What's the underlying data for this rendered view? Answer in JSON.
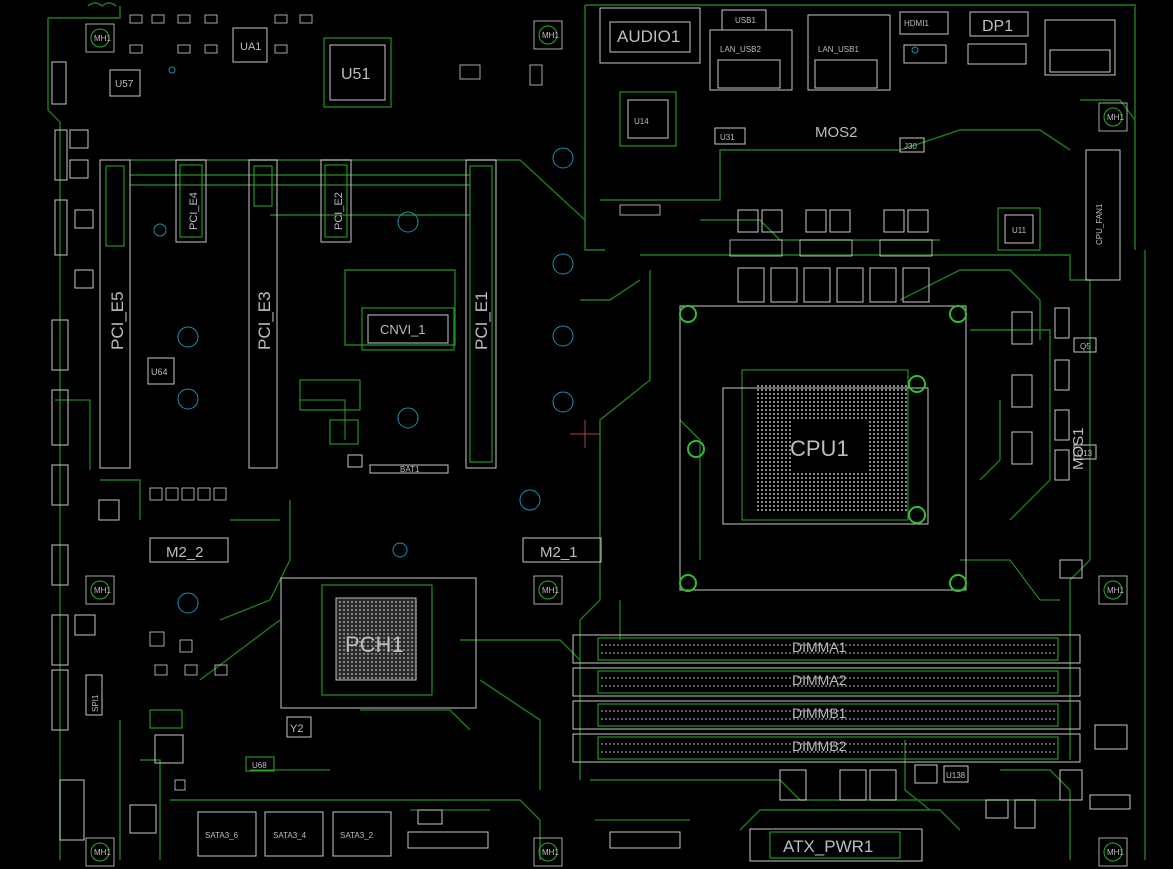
{
  "view": {
    "background": "#000000",
    "outline_color": "#c8c8c8",
    "trace_color": "#1f7a1f",
    "hole_color": "#1d8fb0"
  },
  "components": {
    "u51": "U51",
    "ua1": "UA1",
    "u57": "U57",
    "u64": "U64",
    "audio": "AUDIO1",
    "lan1": "LAN_USB1",
    "lan2": "LAN_USB2",
    "usb1": "USB1",
    "hdmi": "HDMI1",
    "dp": "DP1",
    "u14": "U14",
    "u31": "U31",
    "u11": "U11",
    "mos2": "MOS2",
    "mos1": "MOS1",
    "cpu": "CPU1",
    "pcie5": "PCI_E5",
    "pcie3": "PCI_E3",
    "pcie4": "PCI_E4",
    "pcie2": "PCI_E2",
    "pcie1": "PCI_E1",
    "cnvi": "CNVI_1",
    "bat": "BAT1",
    "m2_2": "M2_2",
    "m2_1": "M2_1",
    "pch": "PCH1",
    "y2": "Y2",
    "spi": "SPI1",
    "sata6": "SATA3_6",
    "sata4": "SATA3_4",
    "sata2": "SATA3_2",
    "dimma1": "DIMMA1",
    "dimma2": "DIMMA2",
    "dimmb1": "DIMMB1",
    "dimmb2": "DIMMB2",
    "atx": "ATX_PWR1",
    "u68": "U68",
    "u138": "U138",
    "mh": "MH1",
    "j30": "J30",
    "q5": "Q5",
    "q13": "Q13",
    "cpu_fan": "CPU_FAN1"
  }
}
